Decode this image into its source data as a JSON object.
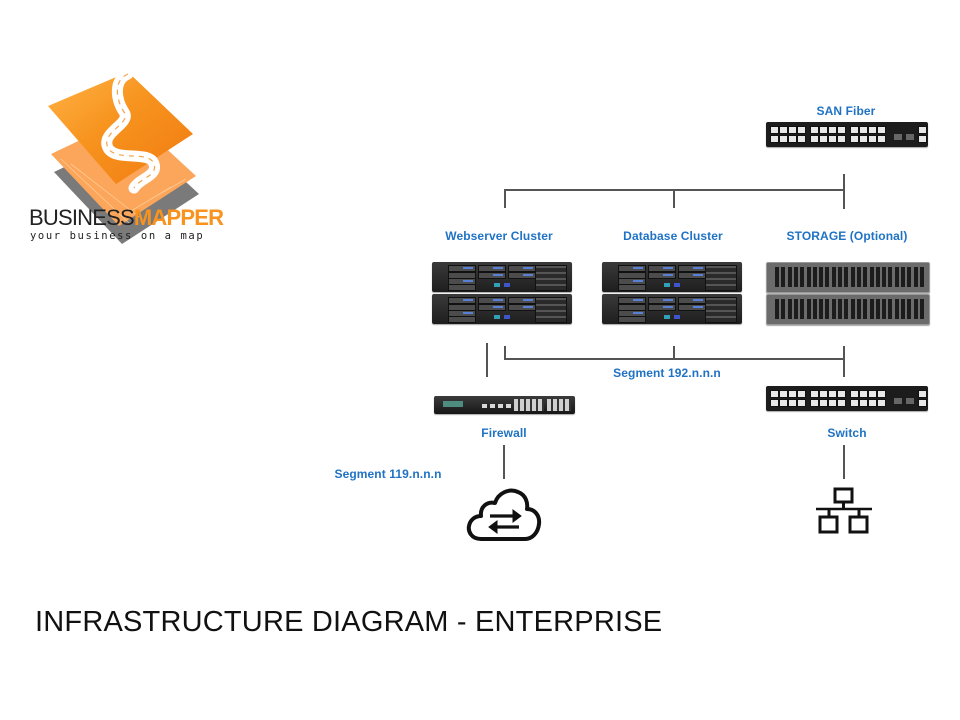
{
  "colors": {
    "accent": "#1f72c4",
    "connector": "#555555",
    "brand_orange": "#f7931e",
    "brand_dark": "#222222"
  },
  "logo": {
    "brand_part1": "BUSINESS",
    "brand_part2": "MAPPER",
    "tagline": "your business on a map"
  },
  "nodes": {
    "san_fiber": {
      "label": "SAN Fiber",
      "icon": "network-switch-icon"
    },
    "webserver_cluster": {
      "label": "Webserver Cluster",
      "icon": "rack-server-icon",
      "count": 2
    },
    "database_cluster": {
      "label": "Database Cluster",
      "icon": "rack-server-icon",
      "count": 2
    },
    "storage": {
      "label": "STORAGE (Optional)",
      "icon": "storage-array-icon",
      "count": 2
    },
    "firewall": {
      "label": "Firewall",
      "icon": "firewall-appliance-icon"
    },
    "switch": {
      "label": "Switch",
      "icon": "network-switch-icon"
    },
    "internet": {
      "label": "",
      "icon": "cloud-transfer-icon"
    },
    "lan": {
      "label": "",
      "icon": "lan-network-icon"
    }
  },
  "segments": {
    "internal": "Segment 192.n.n.n",
    "external": "Segment 119.n.n.n"
  },
  "edges": [
    {
      "from": "san_fiber",
      "to": "webserver_cluster"
    },
    {
      "from": "san_fiber",
      "to": "database_cluster"
    },
    {
      "from": "san_fiber",
      "to": "storage"
    },
    {
      "from": "webserver_cluster",
      "to": "firewall"
    },
    {
      "from": "webserver_cluster",
      "to": "switch",
      "segment": "internal"
    },
    {
      "from": "database_cluster",
      "to": "switch",
      "segment": "internal"
    },
    {
      "from": "storage",
      "to": "switch",
      "segment": "internal"
    },
    {
      "from": "firewall",
      "to": "internet",
      "segment": "external"
    },
    {
      "from": "switch",
      "to": "lan"
    }
  ],
  "title": "INFRASTRUCTURE DIAGRAM - ENTERPRISE"
}
